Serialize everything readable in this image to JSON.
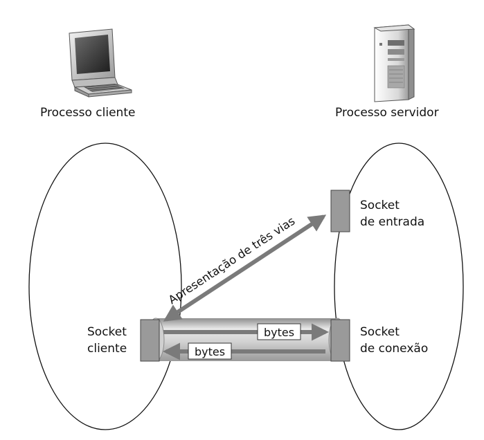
{
  "client": {
    "title": "Processo cliente",
    "socket_line1": "Socket",
    "socket_line2": "cliente"
  },
  "server": {
    "title": "Processo servidor",
    "welcome_socket_line1": "Socket",
    "welcome_socket_line2": "de entrada",
    "connection_socket_line1": "Socket",
    "connection_socket_line2": "de conexão"
  },
  "handshake_label": "Apresentação de três vias",
  "pipe": {
    "upper_label": "bytes",
    "lower_label": "bytes"
  },
  "colors": {
    "socket_fill": "#9a9a9a",
    "arrow": "#7a7a7a",
    "pipe_light": "#e6e6e6",
    "pipe_dark": "#9c9c9c"
  }
}
